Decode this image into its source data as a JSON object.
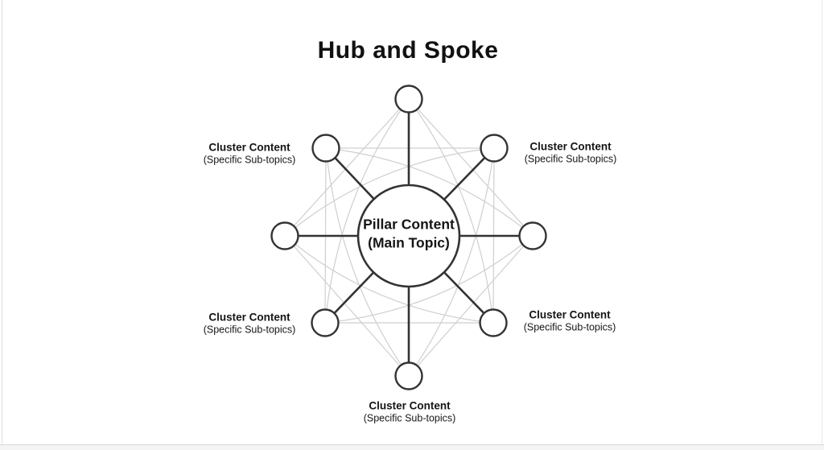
{
  "title": "Hub and Spoke",
  "hub": {
    "line1": "Pillar Content",
    "line2": "(Main Topic)"
  },
  "cluster_labels": [
    {
      "position": "upper-left",
      "line1": "Cluster Content",
      "line2": "(Specific Sub-topics)"
    },
    {
      "position": "upper-right",
      "line1": "Cluster Content",
      "line2": "(Specific Sub-topics)"
    },
    {
      "position": "lower-right",
      "line1": "Cluster Content",
      "line2": "(Specific Sub-topics)"
    },
    {
      "position": "lower-left",
      "line1": "Cluster Content",
      "line2": "(Specific Sub-topics)"
    },
    {
      "position": "bottom",
      "line1": "Cluster Content",
      "line2": "(Specific Sub-topics)"
    }
  ],
  "diagram": {
    "node_count": 8,
    "hub_connected_to_every_node": true,
    "cluster_link_separations": [
      2,
      3
    ]
  },
  "colors": {
    "ink": "#111111",
    "dark_line": "#333333",
    "light_line": "#cfcfcf",
    "node_fill": "#ffffff",
    "background": "#ffffff",
    "bottom_bar": "#f4f4f4"
  }
}
